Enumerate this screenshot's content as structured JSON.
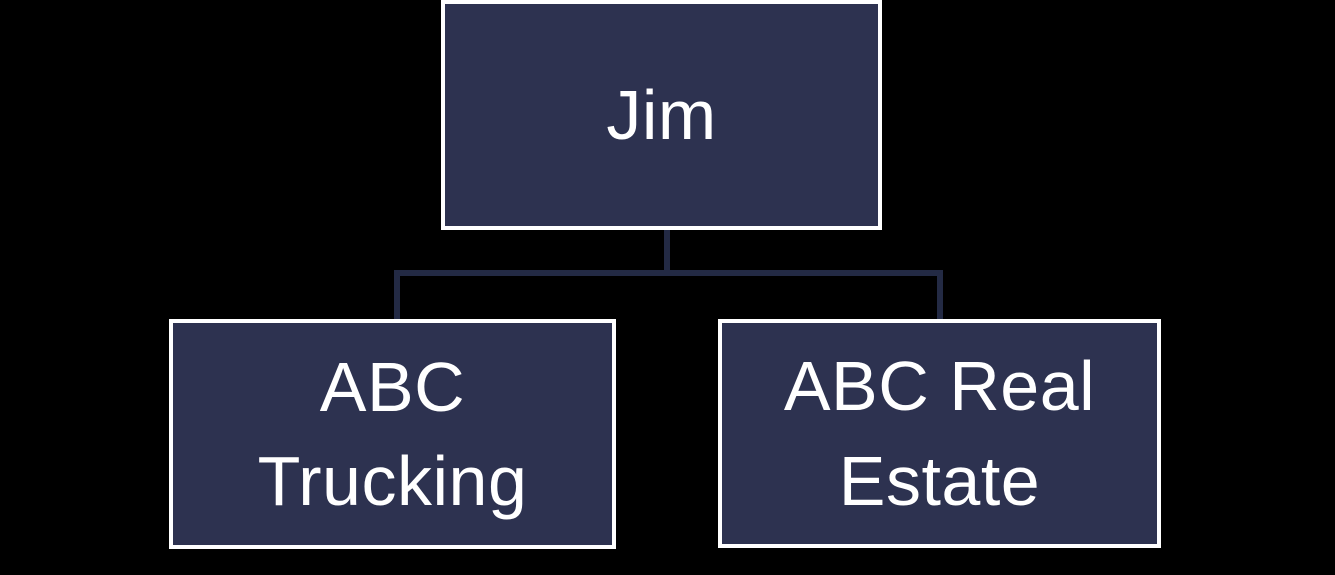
{
  "canvas": {
    "background": "#000000"
  },
  "diagram": {
    "type": "org-chart",
    "nodes": {
      "root": {
        "label": "Jim",
        "text": "Jim"
      },
      "left": {
        "label": "ABC Trucking",
        "text": "ABC\nTrucking"
      },
      "right": {
        "label": "ABC Real Estate",
        "text": "ABC Real\nEstate"
      }
    },
    "edges": [
      {
        "from": "Jim",
        "to": "ABC Trucking"
      },
      {
        "from": "Jim",
        "to": "ABC Real Estate"
      }
    ],
    "colors": {
      "background": "#000000",
      "node_fill": "#2D3250",
      "node_border": "#FFFFFF",
      "connector": "#232A44",
      "label_text": "#FFFFFF"
    }
  }
}
